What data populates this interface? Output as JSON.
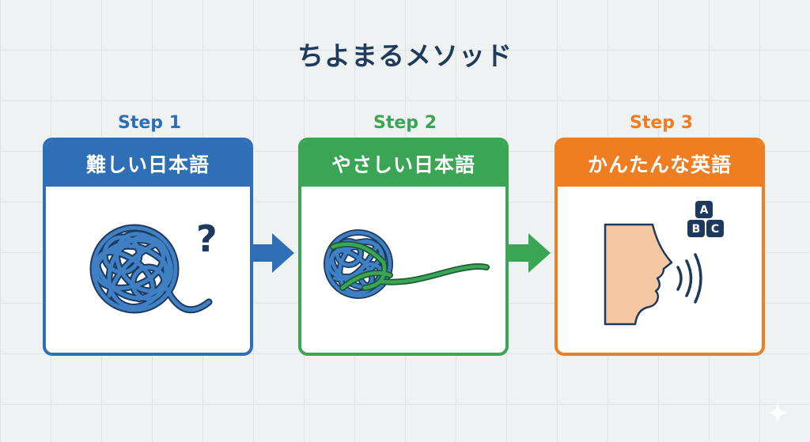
{
  "title": "ちよまるメソッド",
  "colors": {
    "step1": "#2f6fb5",
    "step2": "#3aa655",
    "step3": "#ef7d22",
    "title": "#1f3b5c",
    "yarn_blue": "#3f7fc4",
    "yarn_outline": "#1d3a5e",
    "yarn_green": "#3aa655",
    "face_skin": "#f6c7a3"
  },
  "steps": [
    {
      "step_label": "Step 1",
      "header": "難しい日本語",
      "icon": "tangled-yarn-question-icon",
      "question_mark": "?"
    },
    {
      "step_label": "Step 2",
      "header": "やさしい日本語",
      "icon": "untangling-yarn-icon"
    },
    {
      "step_label": "Step 3",
      "header": "かんたんな英語",
      "icon": "speaking-face-icon",
      "letters": [
        "A",
        "B",
        "C"
      ]
    }
  ]
}
